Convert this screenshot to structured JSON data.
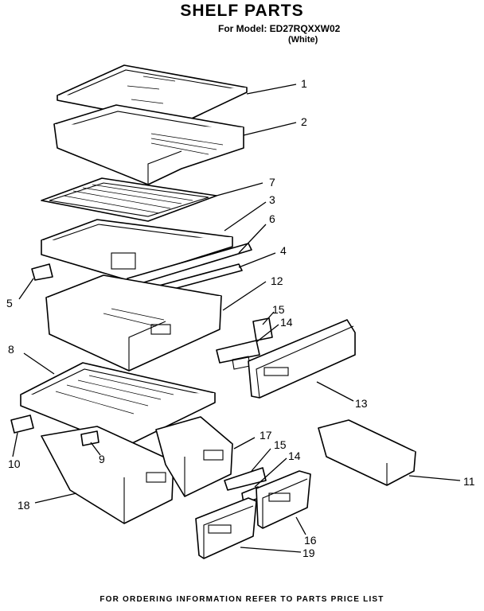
{
  "header": {
    "title": "SHELF PARTS",
    "model": "For Model: ED27RQXXW02",
    "color": "(White)"
  },
  "callouts": [
    "1",
    "2",
    "7",
    "3",
    "6",
    "4",
    "5",
    "12",
    "15",
    "14",
    "8",
    "13",
    "17",
    "15",
    "14",
    "10",
    "9",
    "11",
    "18",
    "16",
    "19"
  ],
  "footer": "FOR ORDERING INFORMATION REFER TO PARTS PRICE LIST"
}
